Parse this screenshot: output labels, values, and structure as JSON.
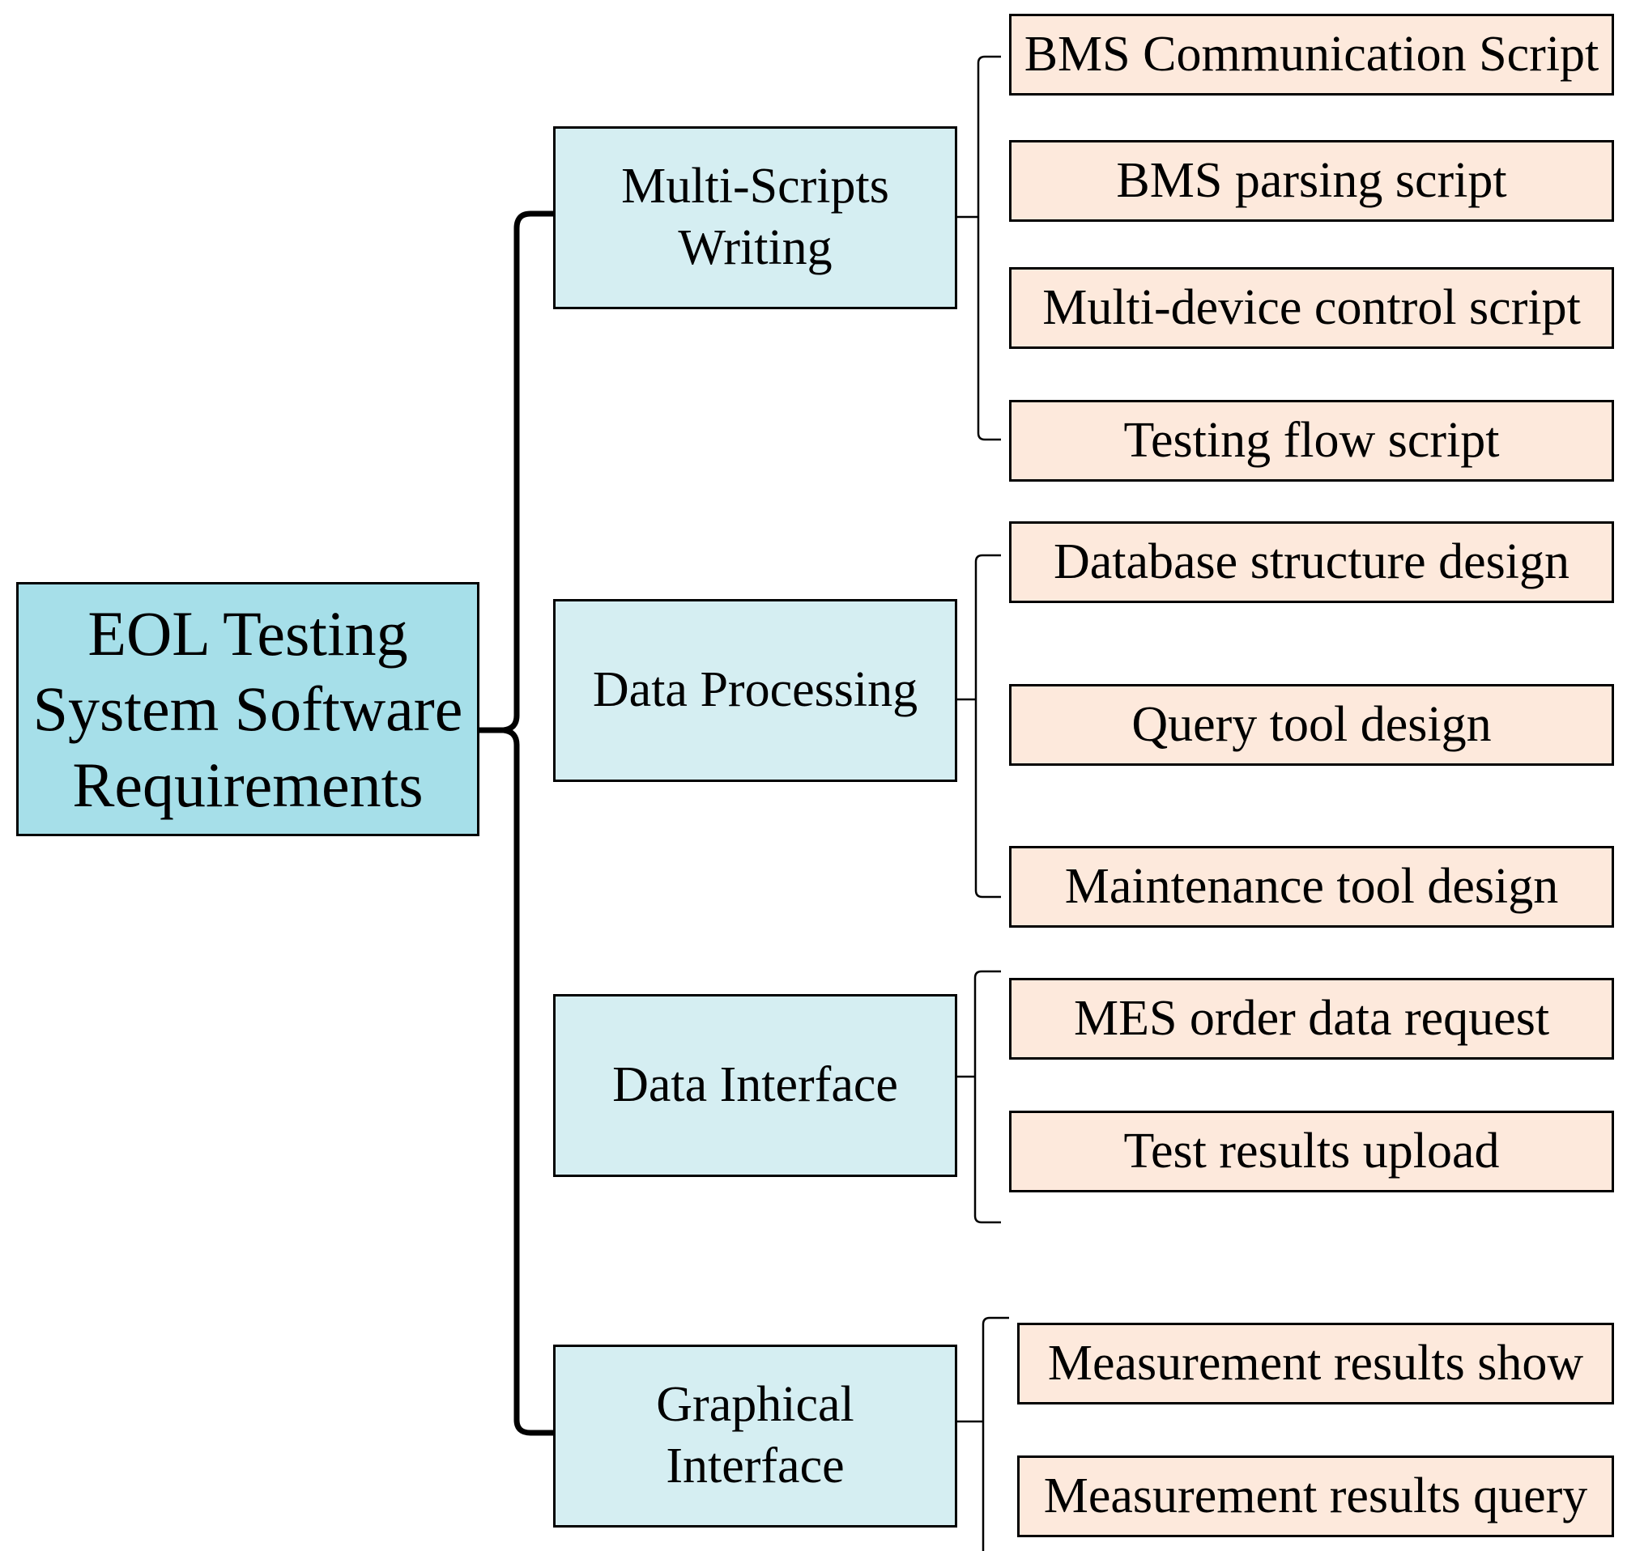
{
  "root": {
    "label": "EOL Testing\nSystem Software\nRequirements"
  },
  "categories": [
    {
      "label": "Multi-Scripts\nWriting",
      "items": [
        "BMS Communication Script",
        "BMS parsing script",
        "Multi-device control script",
        "Testing flow script"
      ]
    },
    {
      "label": "Data Processing",
      "items": [
        "Database structure design",
        "Query tool design",
        "Maintenance tool design"
      ]
    },
    {
      "label": "Data Interface",
      "items": [
        "MES order data request",
        "Test results upload"
      ]
    },
    {
      "label": "Graphical\nInterface",
      "items": [
        "Measurement results show",
        "Measurement results query"
      ]
    }
  ],
  "colors": {
    "root_fill": "#a6dfe9",
    "category_fill": "#d5eef2",
    "item_fill": "#fde9dc",
    "outline": "#000000"
  }
}
